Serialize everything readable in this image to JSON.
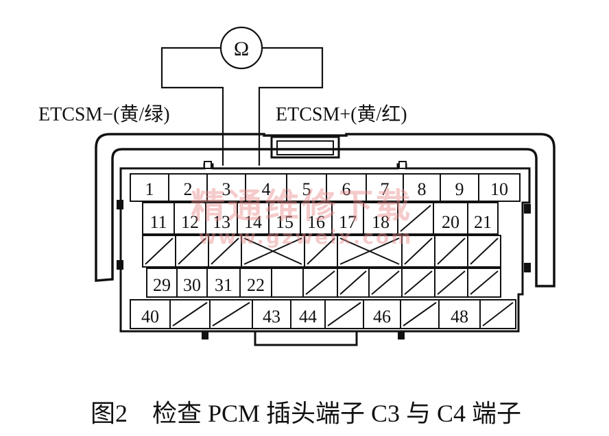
{
  "meter": {
    "symbol": "Ω"
  },
  "wires": {
    "left_label": "ETCSM−(黄/绿)",
    "right_label": "ETCSM+(黄/红)"
  },
  "row1": [
    "1",
    "2",
    "3",
    "4",
    "5",
    "6",
    "7",
    "8",
    "9",
    "10"
  ],
  "row2": [
    "11",
    "12",
    "13",
    "14",
    "15",
    "16",
    "17",
    "18",
    "",
    "20",
    "21"
  ],
  "row4": [
    "29",
    "30",
    "31",
    "22"
  ],
  "row5": [
    "40",
    "",
    "",
    "43",
    "44",
    "",
    "46",
    "",
    "48",
    ""
  ],
  "watermark": {
    "cn": "精通维修下载",
    "url": "www.gzweix.com"
  },
  "caption": "图2　检查 PCM 插头端子 C3 与 C4 端子"
}
